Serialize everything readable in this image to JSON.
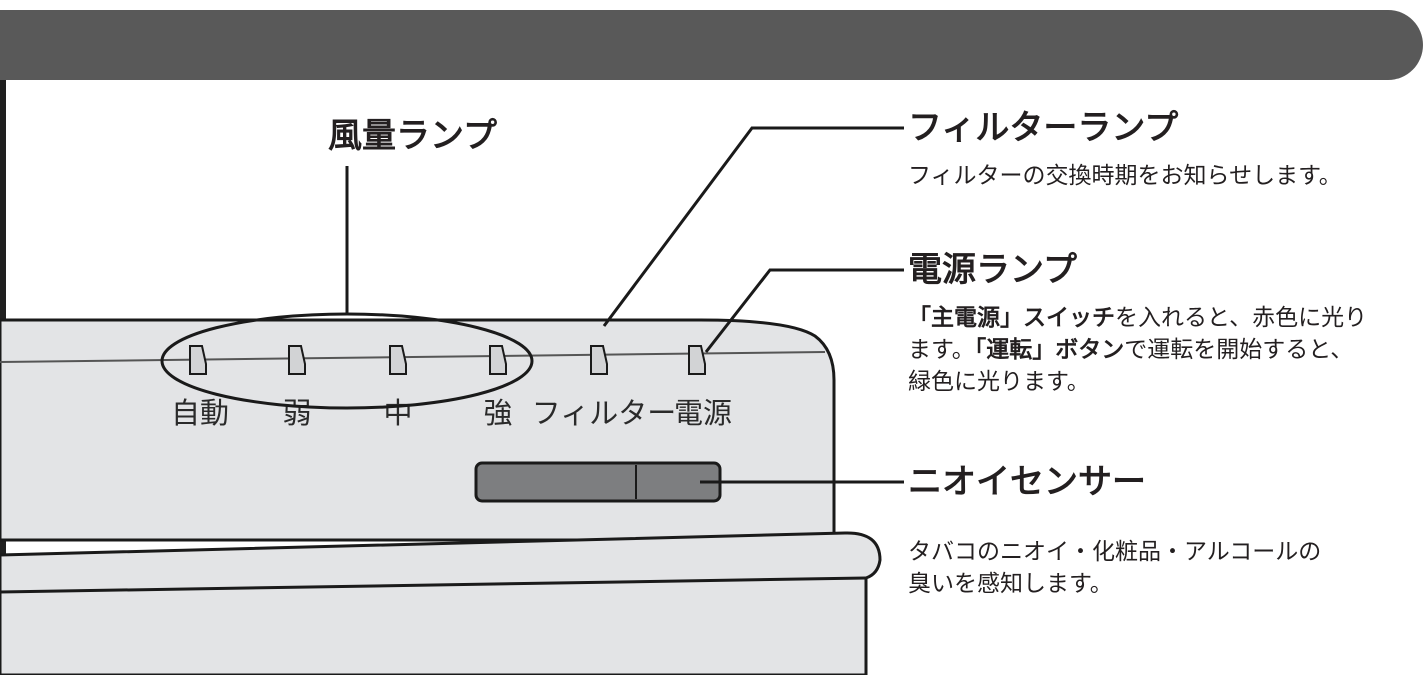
{
  "header_band": {
    "color": "#595959"
  },
  "device": {
    "lamp_labels": [
      "自動",
      "弱",
      "中",
      "強",
      "フィルター",
      "電源"
    ],
    "colors": {
      "panel": "#e3e4e6",
      "panel_edge": "#1a1a1a",
      "lamp": "#d2d3d5",
      "sensor_window": "#7d7e80"
    }
  },
  "callouts": {
    "fan_lamp": {
      "title": "風量ランプ"
    },
    "filter_lamp": {
      "title": "フィルターランプ",
      "desc": "フィルターの交換時期をお知らせします。"
    },
    "power_lamp": {
      "title": "電源ランプ",
      "desc_p1": "「主電源」スイッチ",
      "desc_p2": "を入れると、赤色に光り",
      "desc_p3": "ます。",
      "desc_p4": "「運転」ボタン",
      "desc_p5": "で運転を開始すると、",
      "desc_p6": "緑色に光ります。"
    },
    "odor_sensor": {
      "title": "ニオイセンサー",
      "desc_line1": "タバコのニオイ・化粧品・アルコールの",
      "desc_line2": "臭いを感知します。"
    }
  }
}
